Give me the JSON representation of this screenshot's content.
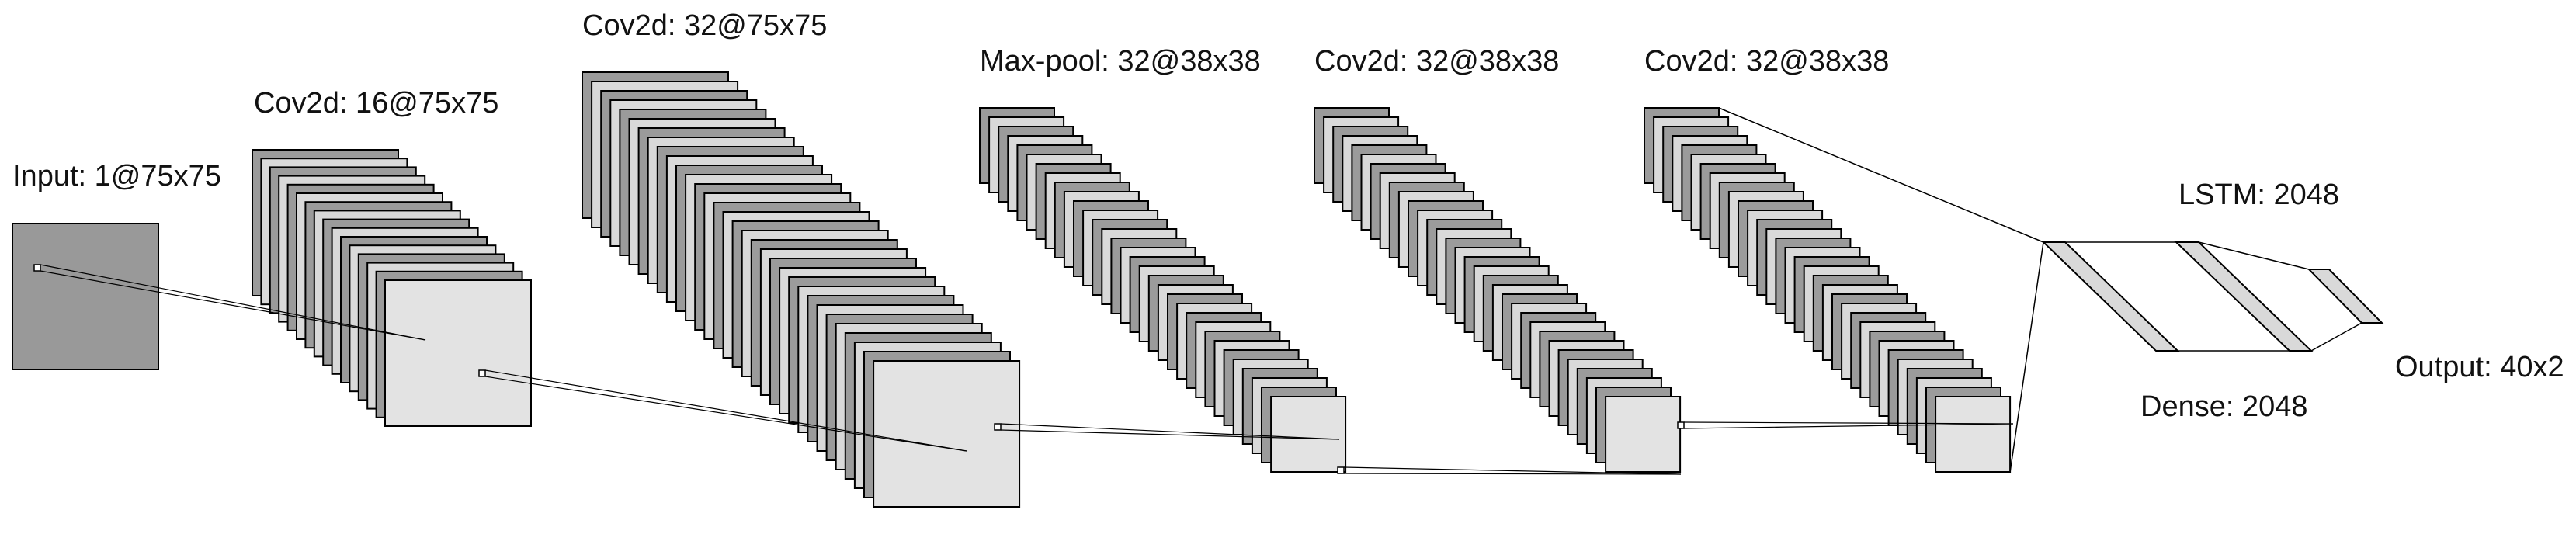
{
  "layers": [
    {
      "id": "input",
      "label": "Input: 1@75x75",
      "kind": "conv",
      "maps": 1
    },
    {
      "id": "conv1",
      "label": "Cov2d: 16@75x75",
      "kind": "conv",
      "maps": 16
    },
    {
      "id": "conv2",
      "label": "Cov2d: 32@75x75",
      "kind": "conv",
      "maps": 32
    },
    {
      "id": "pool",
      "label": "Max-pool: 32@38x38",
      "kind": "conv",
      "maps": 32
    },
    {
      "id": "conv3",
      "label": "Cov2d: 32@38x38",
      "kind": "conv",
      "maps": 32
    },
    {
      "id": "conv4",
      "label": "Cov2d: 32@38x38",
      "kind": "conv",
      "maps": 32
    },
    {
      "id": "dense",
      "label": "Dense: 2048",
      "kind": "fc"
    },
    {
      "id": "lstm",
      "label": "LSTM: 2048",
      "kind": "fc"
    },
    {
      "id": "output",
      "label": "Output: 40x2",
      "kind": "fc"
    }
  ],
  "colors": {
    "map_dark": "#9b9b9b",
    "map_light": "#d9d9d9",
    "map_front": "#e3e3e3",
    "input_fill": "#999999",
    "stroke": "#000000"
  }
}
